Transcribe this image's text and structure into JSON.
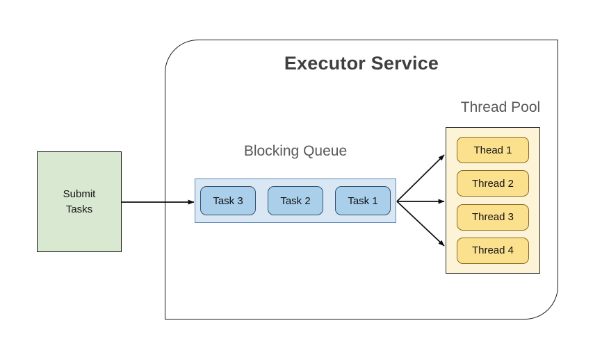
{
  "diagram": {
    "title": "Executor Service",
    "submit": {
      "label": "Submit\nTasks",
      "fill": "#d9e8d0"
    },
    "queue": {
      "title": "Blocking Queue",
      "fill": "#d9e7f5",
      "task_fill": "#a9cfea",
      "tasks": [
        {
          "label": "Task 3"
        },
        {
          "label": "Task 2"
        },
        {
          "label": "Task 1"
        }
      ]
    },
    "pool": {
      "title": "Thread Pool",
      "fill": "#fdf4d8",
      "thread_fill": "#fbe08e",
      "threads": [
        {
          "label": "Thead 1"
        },
        {
          "label": "Thread 2"
        },
        {
          "label": "Thread 3"
        },
        {
          "label": "Thread 4"
        }
      ]
    },
    "connectors": {
      "submit_to_queue": "arrow-submit-to-queue",
      "queue_to_thread_top": "arrow-queue-to-thread-top",
      "queue_to_thread_middle": "arrow-queue-to-thread-middle",
      "queue_to_thread_bottom": "arrow-queue-to-thread-bottom"
    }
  }
}
